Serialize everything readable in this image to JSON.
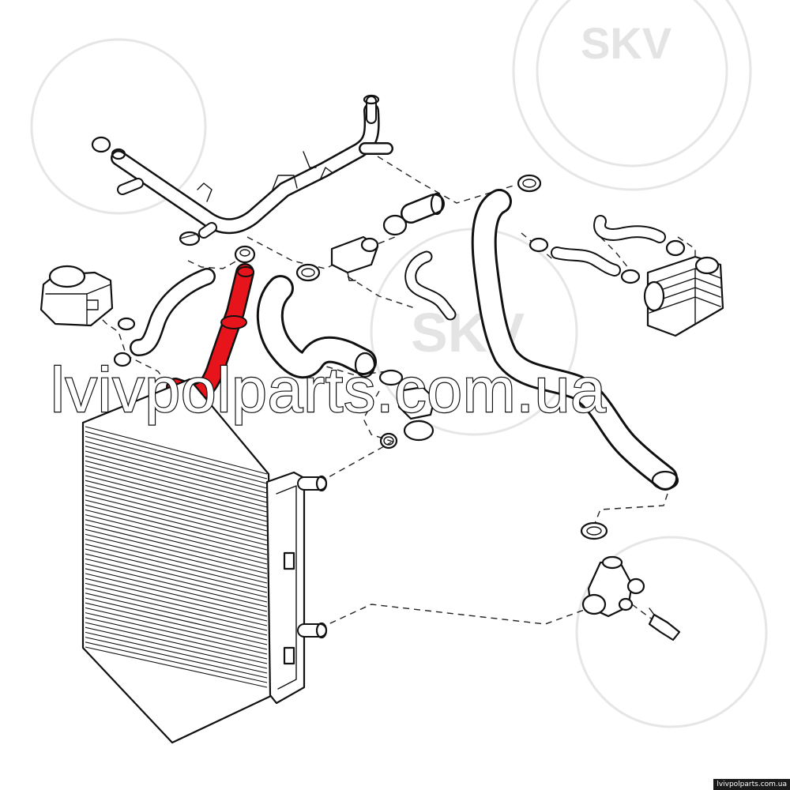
{
  "watermarks": {
    "brand_mark": "SKV",
    "site_overlay": "lvivpolparts.com.ua",
    "footer_url": "lvivpolparts.com.ua"
  },
  "highlight": {
    "part": "coolant hose (radiator to coolant flange)",
    "color": "#e8141c"
  },
  "colors": {
    "line_art": "#111111",
    "background": "#ffffff",
    "watermark": "#e4e4e4"
  }
}
